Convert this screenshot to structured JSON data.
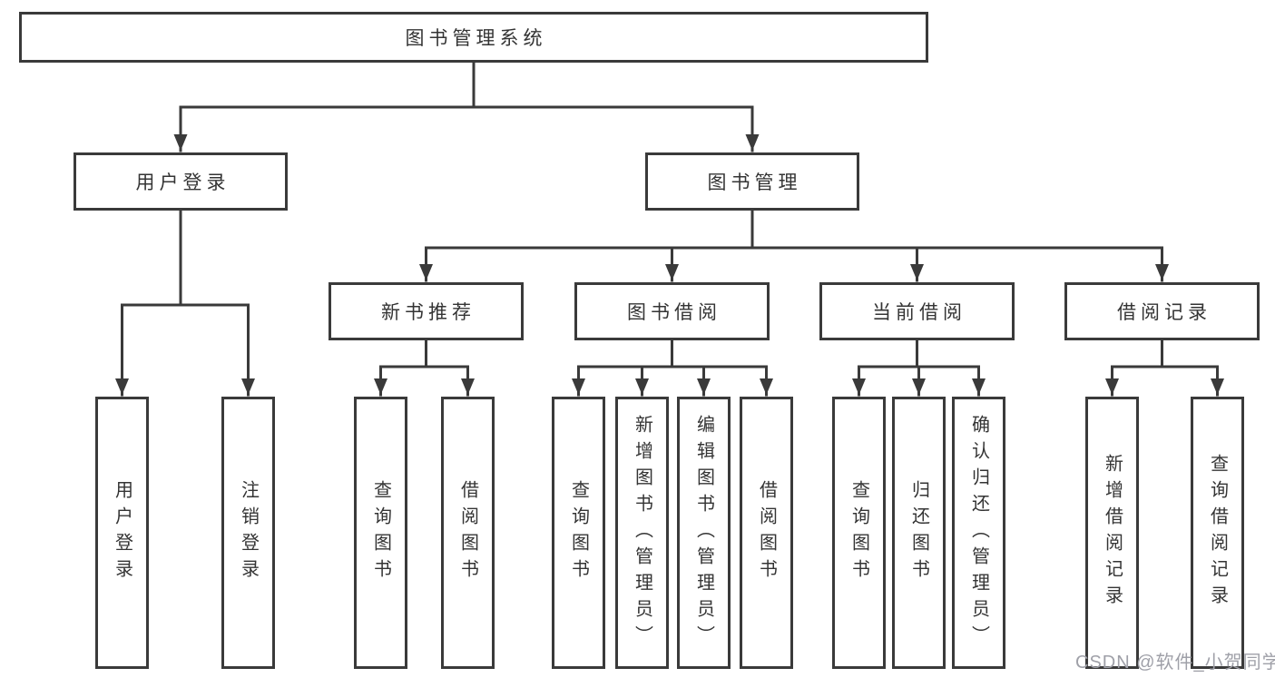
{
  "diagram": {
    "root": {
      "label": "图书管理系统"
    },
    "branches": {
      "user_login": {
        "label": "用户登录",
        "children": [
          "用户登录",
          "注销登录"
        ]
      },
      "book_management": {
        "label": "图书管理",
        "sections": [
          {
            "label": "新书推荐",
            "children": [
              "查询图书",
              "借阅图书"
            ]
          },
          {
            "label": "图书借阅",
            "children": [
              "查询图书",
              "新增图书（管理员）",
              "编辑图书（管理员）",
              "借阅图书"
            ]
          },
          {
            "label": "当前借阅",
            "children": [
              "查询图书",
              "归还图书",
              "确认归还（管理员）"
            ]
          },
          {
            "label": "借阅记录",
            "children": [
              "新增借阅记录",
              "查询借阅记录"
            ]
          }
        ]
      }
    }
  },
  "watermark": {
    "text": "CSDN @软件_小贺同学"
  },
  "colors": {
    "line": "#3a3a3a",
    "text": "#343434",
    "watermark": "#9fa0a8",
    "background": "#ffffff"
  }
}
